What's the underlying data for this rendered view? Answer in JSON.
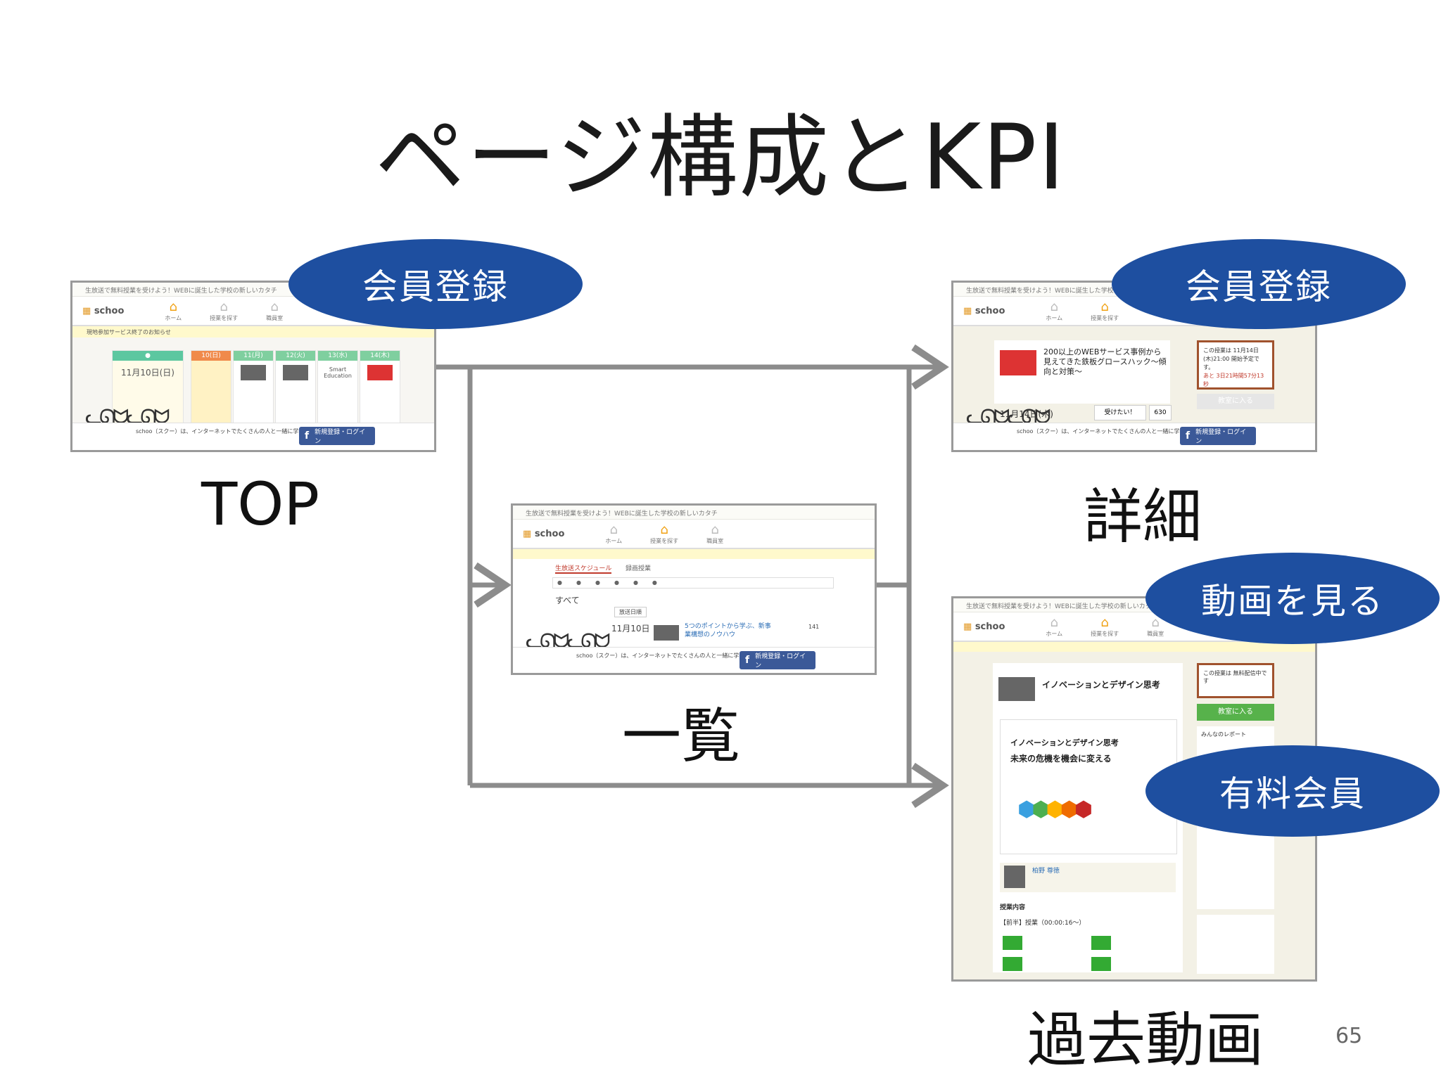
{
  "title": "ページ構成とKPI",
  "page_number": "65",
  "pages": {
    "top": {
      "caption": "TOP",
      "topbar": "生放送で無料授業を受けよう！WEBに誕生した学校の新しいカタチ",
      "logo": "schoo",
      "nav": [
        "ホーム",
        "授業を探す",
        "職員室"
      ],
      "notice": "現地参加サービス終了のお知らせ",
      "calendar": [
        "11月10日(日)",
        "10(日)",
        "11(月)",
        "12(火)",
        "13(水)",
        "14(木)"
      ],
      "smart_label": "Smart Education",
      "footer_text": "schoo（スクー）は、インターネットでたくさんの人と一緒に学べる、学校の新しいカタチです。",
      "fb_button": "新規登録・ログイン"
    },
    "list": {
      "caption": "一覧",
      "tab_live": "生放送スケジュール",
      "tab_recorded": "録画授業",
      "filter": "すべて",
      "sort": "放送日順",
      "item_title": "5つのポイントから学ぶ、新事業構想のノウハウ",
      "item_count": "141",
      "date": "11月10日",
      "fb_button": "新規登録・ログイン"
    },
    "detail": {
      "caption": "詳細",
      "course_title": "200以上のWEBサービス事例から見えてきた鉄板グロースハック〜傾向と対策〜",
      "date": "11月14日(木)",
      "side_box": "この授業は 11月14日(木)21:00 開始予定です。",
      "countdown": "あと 3日21時間57分13秒",
      "want_button": "受けたい！",
      "want_count": "630",
      "enter_button": "教室に入る",
      "fb_button": "新規登録・ログイン"
    },
    "archive": {
      "caption": "過去動画",
      "course_title": "イノベーションとデザイン思考",
      "slide_line1": "イノベーションとデザイン思考",
      "slide_line2": "未来の危機を機会に変える",
      "side_box": "この授業は 無料配信中です",
      "enter_button": "教室に入る",
      "reports": "みんなのレポート",
      "teacher": "柏野 尊徳",
      "section": "授業内容",
      "part": "【前半】授業（00:00:16〜）"
    }
  },
  "kpi": {
    "top": "会員登録",
    "detail": "会員登録",
    "archive_video": "動画を見る",
    "archive_paid": "有料会員"
  },
  "colors": {
    "oval": "#1e4fa0",
    "arrow": "#8c8c8c",
    "facebook": "#3b5998"
  }
}
